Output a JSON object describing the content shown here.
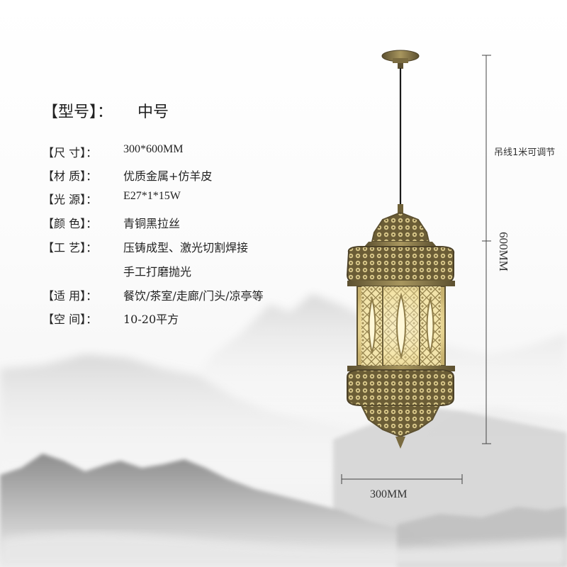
{
  "model": {
    "label": "【型号】：",
    "value": "中号"
  },
  "specs": [
    {
      "label": "【尺 寸】：",
      "value": "300*600MM"
    },
    {
      "label": "【材 质】：",
      "value": "优质金属+仿羊皮"
    },
    {
      "label": "【光 源】：",
      "value": "E27*1*15W"
    },
    {
      "label": "【颜 色】：",
      "value": "青铜黑拉丝"
    },
    {
      "label": "【工 艺】：",
      "value": "压铸成型、激光切割焊接",
      "value2": "手工打磨抛光"
    },
    {
      "label": "【适 用】：",
      "value": "餐饮/茶室/走廊/门头/凉亭等"
    },
    {
      "label": "【空 间】：",
      "value": "10-20平方"
    }
  ],
  "dimensions": {
    "cable_note": "吊线1米可调节",
    "height": "600MM",
    "width": "300MM"
  },
  "colors": {
    "bronze": "#8a7a4e",
    "glow": "#f6e9b0",
    "ink": "#222222"
  },
  "icons": [
    "lantern-pendant-lamp",
    "ink-mountain-landscape"
  ]
}
